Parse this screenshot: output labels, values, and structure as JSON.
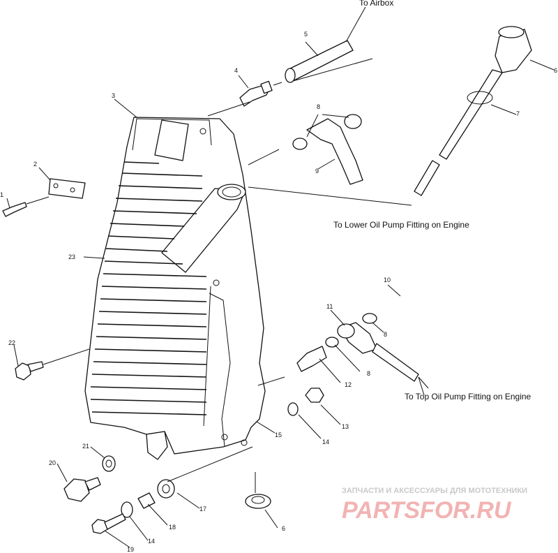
{
  "diagram": {
    "callouts": {
      "n1": "1",
      "n2": "2",
      "n3": "3",
      "n4": "4",
      "n5": "5",
      "n6": "6",
      "n7": "7",
      "n8a": "8",
      "n9": "9",
      "n10": "10",
      "n11": "11",
      "n8b": "8",
      "n12": "12",
      "n8c": "8",
      "n13": "13",
      "n14a": "14",
      "n15": "15",
      "n21": "21",
      "n20": "20",
      "n22": "22",
      "n23": "23",
      "n17": "17",
      "n18": "18",
      "n14b": "14",
      "n19": "19",
      "n6b": "6"
    },
    "labels": {
      "to_airbox": "To Airbox",
      "to_lower": "To Lower Oil Pump Fitting on Engine",
      "to_top": "To Top Oil Pump Fitting on Engine"
    }
  },
  "watermark": {
    "tagline": "ЗАПЧАСТИ И АКСЕССУАРЫ ДЛЯ МОТОТЕХНИКИ",
    "brand": "PARTSFOR.RU"
  }
}
